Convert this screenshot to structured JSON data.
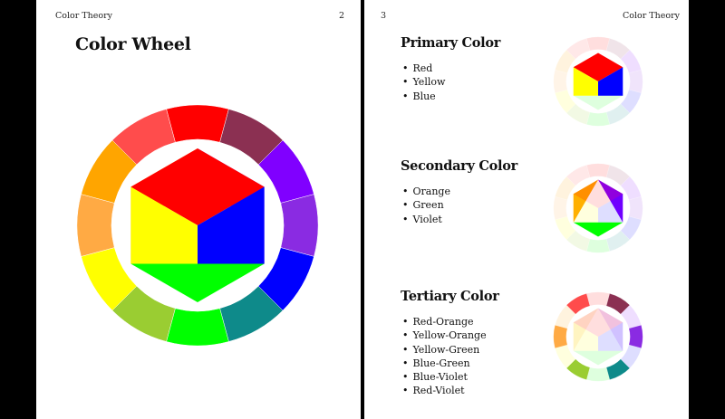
{
  "left_page": {
    "running_head": "Color Theory",
    "page_number": "2",
    "title": "Color Wheel"
  },
  "right_page": {
    "running_head": "Color Theory",
    "page_number": "3",
    "sections": [
      {
        "title": "Primary Color",
        "items": [
          "Red",
          "Yellow",
          "Blue"
        ]
      },
      {
        "title": "Secondary Color",
        "items": [
          "Orange",
          "Green",
          "Violet"
        ]
      },
      {
        "title": "Tertiary Color",
        "items": [
          "Red-Orange",
          "Yellow-Orange",
          "Yellow-Green",
          "Blue-Green",
          "Blue-Violet",
          "Red-Violet"
        ]
      }
    ]
  },
  "colors": {
    "red": "#ff0000",
    "red_violet": "#8b3052",
    "violet": "#8000ff",
    "blue_violet": "#8a2be2",
    "blue": "#0000ff",
    "blue_green": "#0e8a8a",
    "green": "#00ff00",
    "yellow_green": "#9acd32",
    "yellow": "#ffff00",
    "yellow_orange": "#ffaa44",
    "orange": "#ffa500",
    "red_orange": "#ff4c4c"
  },
  "icons": {
    "main_wheel": "color-wheel-icon",
    "primary_wheel": "primary-colors-wheel-icon",
    "secondary_wheel": "secondary-colors-wheel-icon",
    "tertiary_wheel": "tertiary-colors-wheel-icon"
  }
}
